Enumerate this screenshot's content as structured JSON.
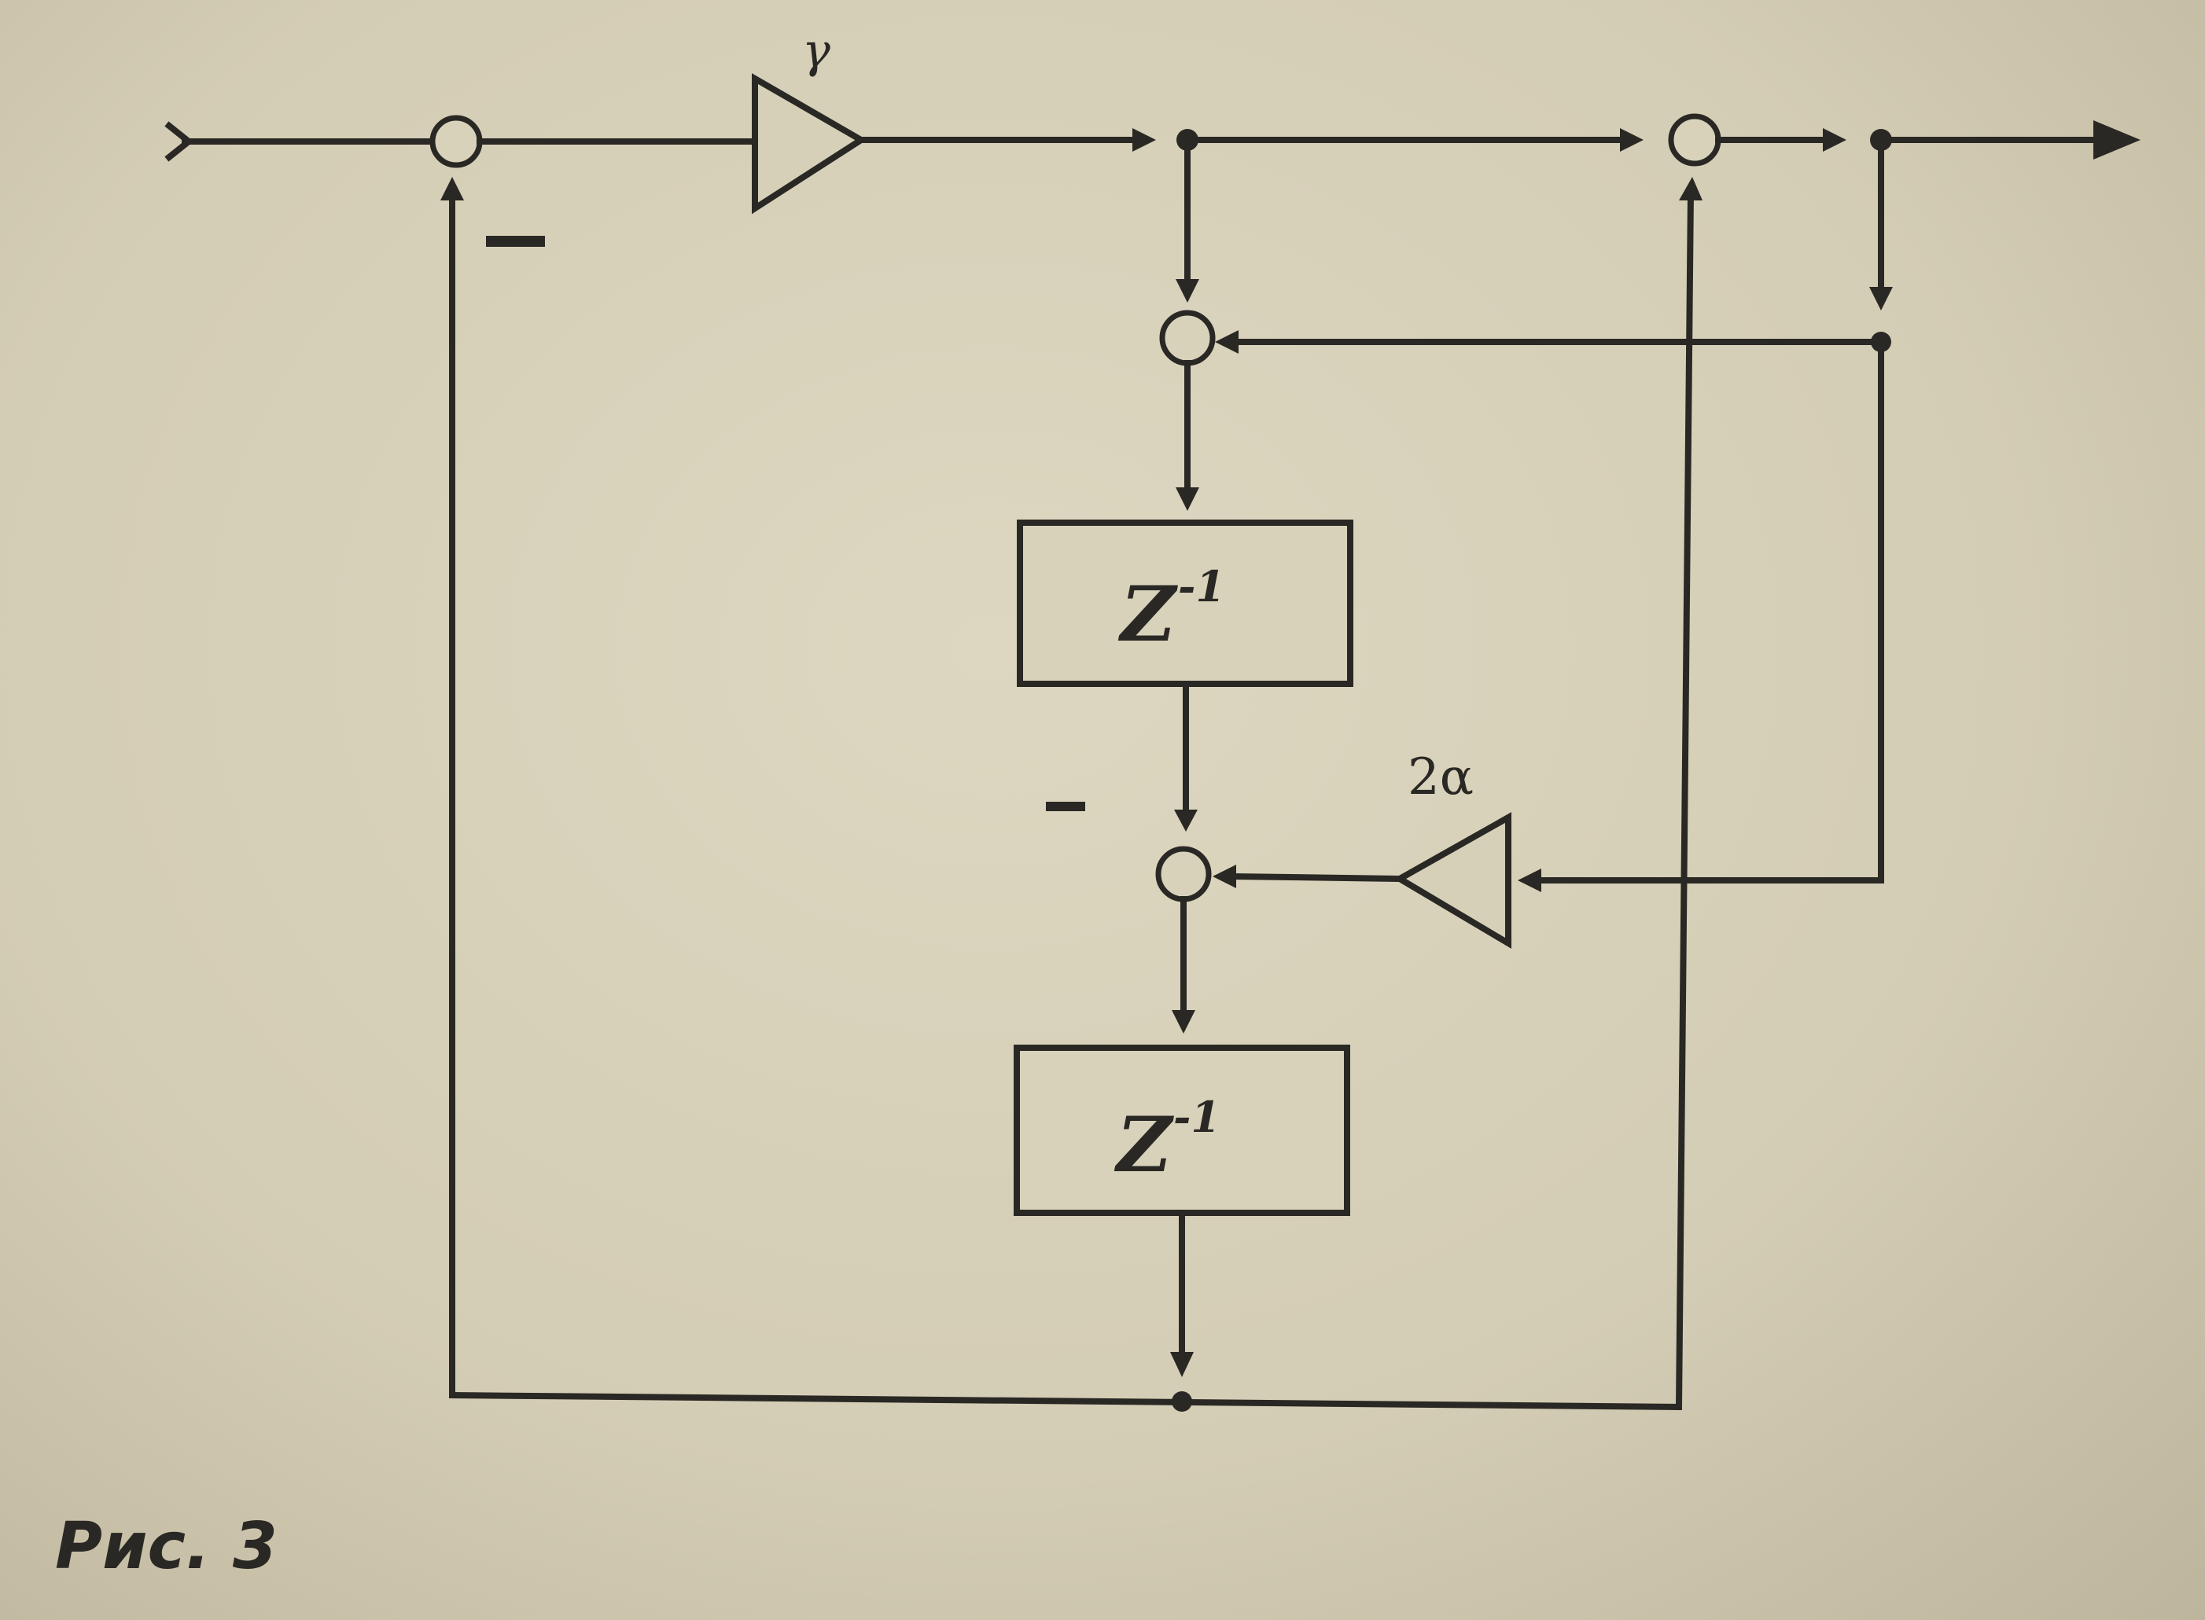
{
  "gain_gamma": "γ",
  "gain_2alpha": "2α",
  "delay_top": "Z",
  "delay_top_exp": "-1",
  "delay_bottom": "Z",
  "delay_bottom_exp": "-1",
  "minus_sign_1": "–",
  "minus_sign_2": "–",
  "caption": "Рис. 3"
}
